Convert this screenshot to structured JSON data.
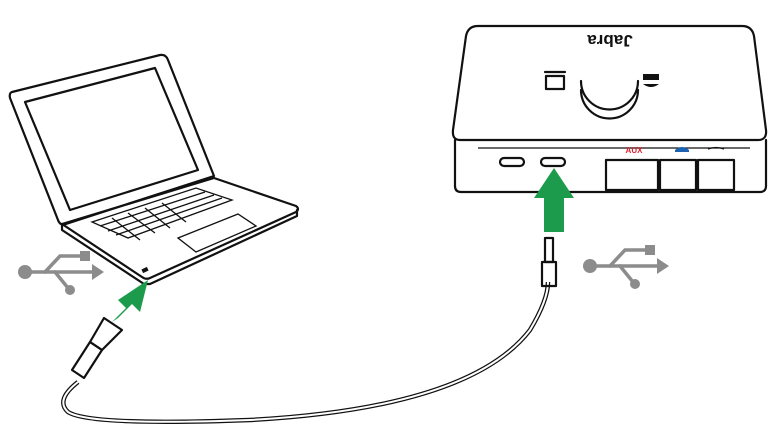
{
  "device": {
    "logo": "Jabra",
    "port_label_aux": "AUX"
  },
  "colors": {
    "arrow": "#1b9b4b",
    "usb_symbol": "#8c8c8c",
    "aux_label": "#e0232f",
    "phone_icon": "#1b62b3"
  },
  "icons": [
    "laptop",
    "usb-symbol",
    "usb-symbol",
    "usb-cable",
    "green-arrow",
    "green-arrow",
    "base-station"
  ]
}
